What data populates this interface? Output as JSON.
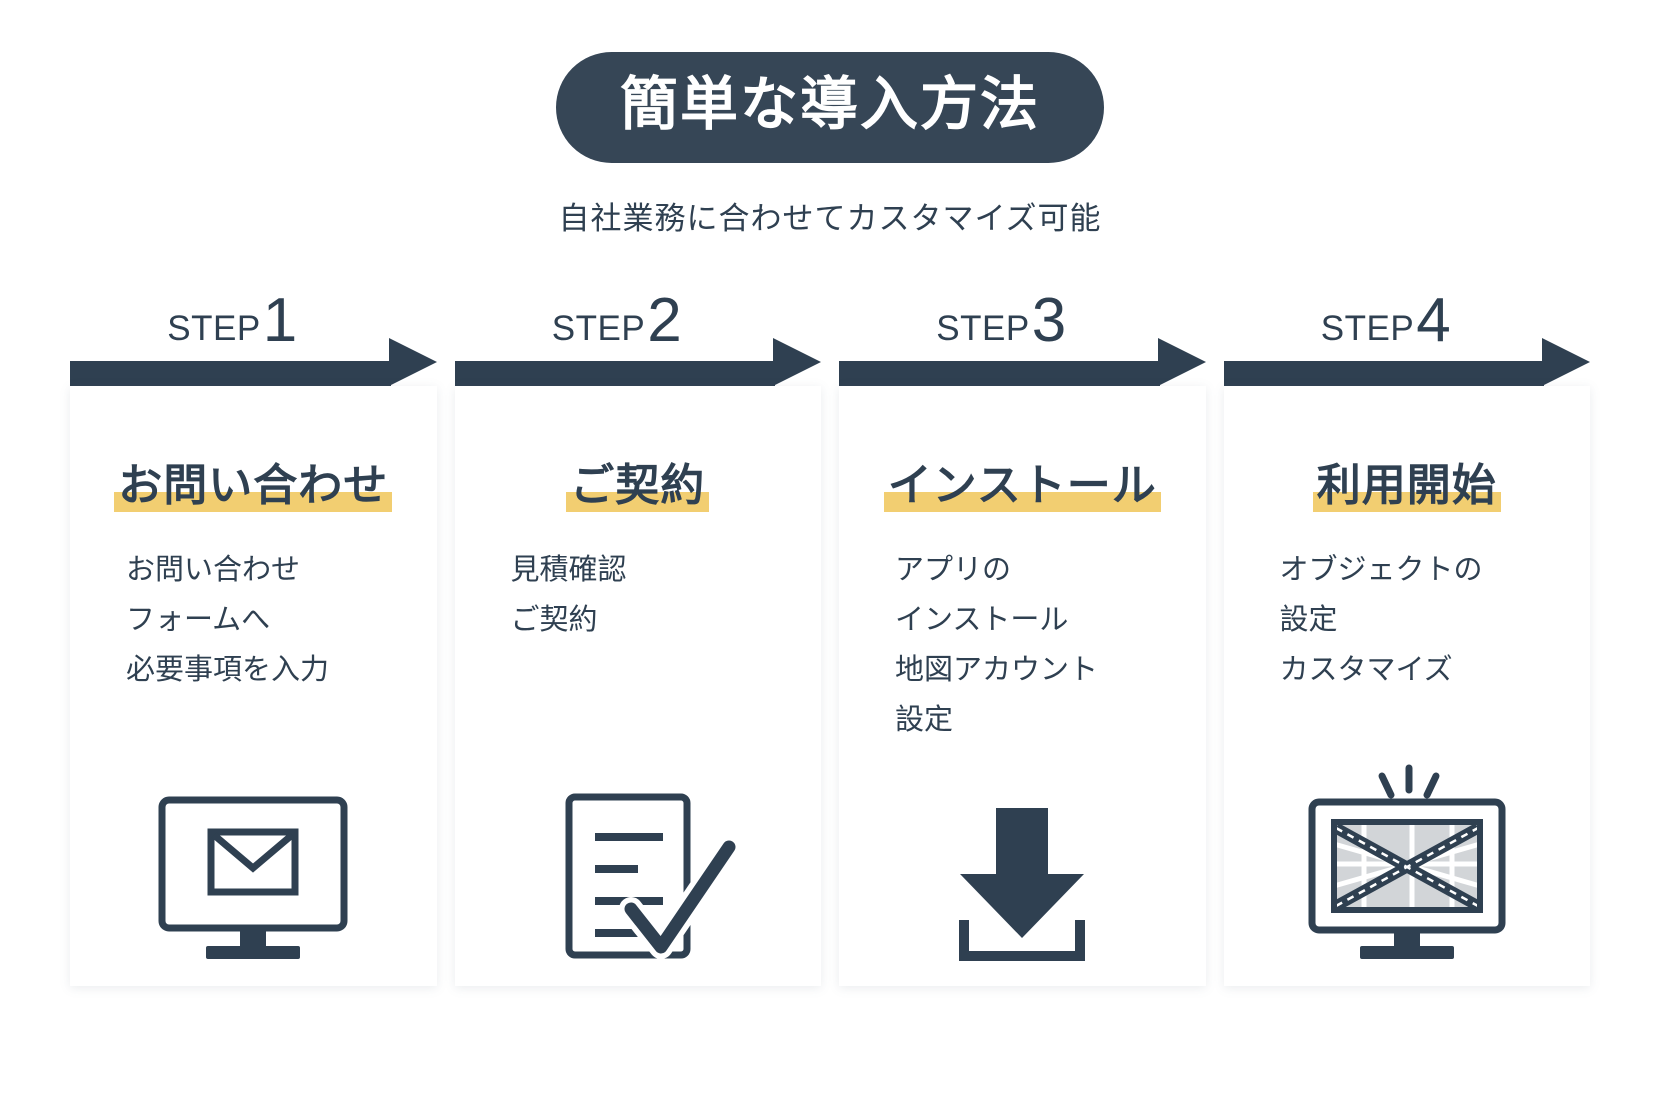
{
  "header": {
    "title": "簡単な導入方法",
    "subtitle": "自社業務に合わせてカスタマイズ可能"
  },
  "colors": {
    "navy": "#2F4051",
    "pill": "#364656",
    "highlight": "#F2CE71",
    "background": "#FFFFFF",
    "map_gray": "#D2D5D8"
  },
  "steps": [
    {
      "step_word": "STEP",
      "step_number": "1",
      "heading": "お問い合わせ",
      "lines": [
        "お問い合わせ",
        "フォームへ",
        "必要事項を入力"
      ],
      "icon": "monitor-envelope-icon"
    },
    {
      "step_word": "STEP",
      "step_number": "2",
      "heading": "ご契約",
      "lines": [
        "見積確認",
        "ご契約"
      ],
      "icon": "document-check-icon"
    },
    {
      "step_word": "STEP",
      "step_number": "3",
      "heading": "インストール",
      "lines": [
        "アプリの",
        "インストール",
        "地図アカウント",
        "設定"
      ],
      "icon": "download-arrow-icon"
    },
    {
      "step_word": "STEP",
      "step_number": "4",
      "heading": "利用開始",
      "lines": [
        "オブジェクトの",
        "設定",
        "カスタマイズ"
      ],
      "icon": "monitor-map-sparkle-icon"
    }
  ]
}
